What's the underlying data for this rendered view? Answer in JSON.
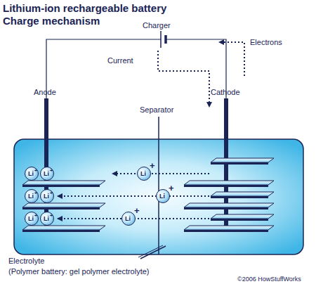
{
  "diagram": {
    "title": "Lithium-ion rechargeable battery",
    "nodes": [
      {
        "text": [
          "Li",
          "+"
        ]
      },
      {
        "text": [
          "Li",
          "+"
        ]
      },
      {
        "text": [
          "Li",
          "+"
        ]
      },
      {
        "text": [
          "Li",
          "+"
        ]
      },
      {
        "text": [
          "Li",
          "+"
        ]
      },
      {
        "text": [
          "Li",
          "+"
        ]
      },
      {
        "text": [
          "Li",
          "+"
        ]
      },
      {
        "text": [
          "Li",
          "+"
        ]
      },
      {
        "text": [
          "Li",
          "+"
        ]
      }
    ],
    "labels": [
      "Charge mechanism",
      "Charger",
      "Electrons",
      "Current",
      "Anode",
      "Separator",
      "Cathode",
      "Electrolyte",
      "(Polymer battery: gel polymer electrolyte)",
      "©2006 HowStuffWorks"
    ]
  }
}
